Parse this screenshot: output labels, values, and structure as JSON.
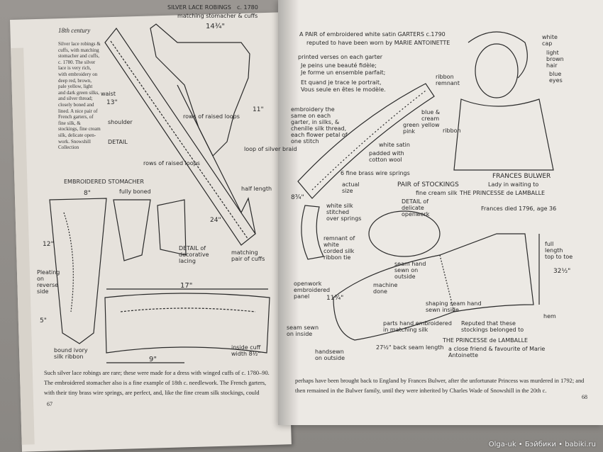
{
  "left_page": {
    "header": "18th century",
    "sidebar_text": "Silver lace robings & cuffs, with matching stomacher and cuffs, c. 1780. The silver lace is very rich, with embroidery on deep red, brown, pale yellow, light and dark green silks, and silver thread; closely boned and lined. A nice pair of French garters, of fine silk, & stockings, fine cream silk, delicate open-work. Snowshill Collection",
    "labels": {
      "title_lace": "SILVER LACE ROBINGS",
      "title_date": "c. 1780",
      "title_sub": "matching stomacher & cuffs",
      "dim_14": "14¾\"",
      "rows_loops": "rows of raised loops",
      "shoulder": "shoulder",
      "waist": "waist",
      "detail": "DETAIL",
      "rows_raised": "rows of raised loops",
      "loop_silver": "loop of silver braid",
      "half_length": "half length",
      "emb_stomacher": "EMBROIDERED STOMACHER",
      "fully_boned": "fully boned",
      "detail_lacing": "DETAIL of decorative lacing",
      "matching_cuffs": "matching pair of cuffs",
      "dim_17": "17\"",
      "inside_cuff": "inside cuff width 8½\"",
      "dim_9": "9\"",
      "bound_silk": "bound ivory silk ribbon",
      "pleating": "Pleating on reverse side",
      "dim_8": "8\"",
      "dim_12": "12\"",
      "dim_11": "11\"",
      "dim_24": "24\"",
      "dim_13": "13\"",
      "dim_5": "5\""
    },
    "bottom_text": "Such silver lace robings are rare; these were made for a dress with winged cuffs of c. 1780–90. The embroidered stomacher also is a fine example of 18th c. needlework. The French garters, with their tiny brass wire springs, are perfect, and, like the fine cream silk stockings, could",
    "page_number": "67"
  },
  "right_page": {
    "garters_title": "A PAIR of embroidered white satin GARTERS c.1790",
    "garters_sub": "reputed to have been worn by MARIE ANTOINETTE",
    "verse_intro": "printed verses on each garter",
    "verse_1": "Je peins une beauté fidèle;",
    "verse_2": "Je forme un ensemble parfait;",
    "verse_3": "Et quand je trace le portrait,",
    "verse_4": "Vous seule en êtes le modèle.",
    "ribbon_remnant": "ribbon remnant",
    "embroidery_note": "embroidery the same on each garter, in silks, & chenille silk thread, each flower petal of one stitch",
    "blue_cream": "blue & cream yellow",
    "green_pink": "green pink",
    "white_satin": "white satin",
    "padded": "padded with cotton wool",
    "brass_springs": "6 fine brass wire springs",
    "actual_size": "actual size",
    "white_silk": "white silk stitched over springs",
    "remnant_ribbon": "remnant of white corded silk ribbon tie",
    "sitter_name": "FRANCES BULWER",
    "sitter_role": "Lady in waiting to",
    "sitter_lady": "THE PRINCESSE de LAMBALLE",
    "sitter_died": "Frances died 1796, age 36",
    "white_cap": "white cap",
    "light_hair": "light brown hair",
    "blue_eyes": "blue eyes",
    "ribbon": "ribbon",
    "stockings_title": "PAIR of STOCKINGS",
    "stockings_sub": "fine cream silk",
    "detail_openwork": "DETAIL of delicate openwork",
    "seam_outside": "seam hand sewn on outside",
    "machine_done": "machine done",
    "openwork_panel": "openwork embroidered panel",
    "full_length": "full length top to toe",
    "dim_32": "32½\"",
    "hem": "hem",
    "shaping": "shaping seam hand sewn inside",
    "parts_hand": "parts hand embroidered in matching silk",
    "reputed": "Reputed that these stockings belonged to",
    "lamballe": "THE PRINCESSE de LAMBALLE",
    "friend": "a close friend & favourite of Marie Antoinette",
    "sewn_inside": "seam sewn on inside",
    "handsewn_outside": "handsewn on outside",
    "back_seam": "27½\" back seam length",
    "dim_11_3": "11¾\"",
    "dim_8_3": "8¾\"",
    "bottom_text": "perhaps have been brought back to England by Frances Bulwer, after the unfortunate Princess was murdered in 1792; and then remained in the Bulwer family, until they were inherited by Charles Wade of Snowshill in the 20th c.",
    "page_number": "68"
  },
  "watermark": "Olga-uk • Бэйбики • babiki.ru"
}
